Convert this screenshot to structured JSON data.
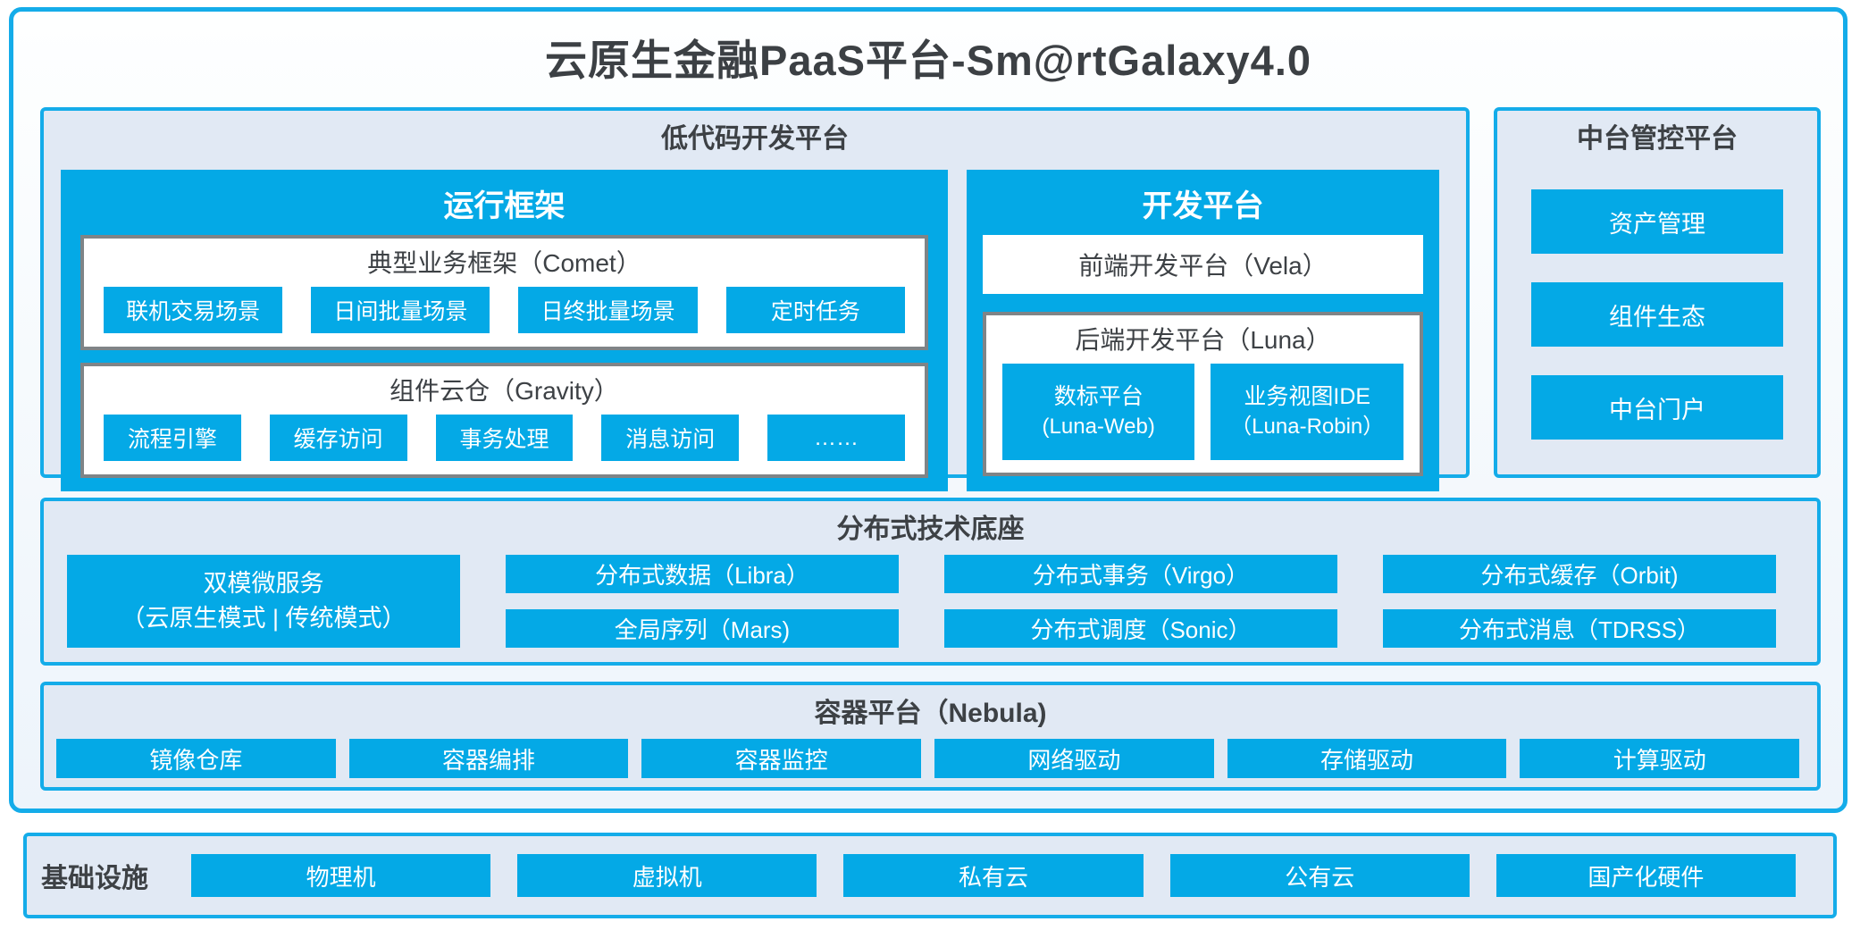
{
  "title": "云原生金融PaaS平台-Sm@rtGalaxy4.0",
  "colors": {
    "blue_fill": "#04a9e6",
    "border_blue": "#14ace9",
    "panel_bg": "#e1e9f4",
    "grey_border": "#7f8487",
    "dark_text": "#3d4145"
  },
  "lowcode": {
    "title": "低代码开发平台",
    "runtime": {
      "title": "运行框架",
      "comet": {
        "title": "典型业务框架（Comet）",
        "items": [
          "联机交易场景",
          "日间批量场景",
          "日终批量场景",
          "定时任务"
        ]
      },
      "gravity": {
        "title": "组件云仓（Gravity）",
        "items": [
          "流程引擎",
          "缓存访问",
          "事务处理",
          "消息访问",
          "……"
        ]
      }
    },
    "dev": {
      "title": "开发平台",
      "vela": "前端开发平台（Vela）",
      "luna": {
        "title": "后端开发平台（Luna）",
        "items": [
          {
            "line1": "数标平台",
            "line2": "(Luna-Web)"
          },
          {
            "line1": "业务视图IDE",
            "line2": "（Luna-Robin）"
          }
        ]
      }
    }
  },
  "middle_office": {
    "title": "中台管控平台",
    "items": [
      "资产管理",
      "组件生态",
      "中台门户"
    ]
  },
  "distributed": {
    "title": "分布式技术底座",
    "dual_mode": {
      "line1": "双模微服务",
      "line2": "（云原生模式 | 传统模式）"
    },
    "grid": [
      [
        "分布式数据（Libra）",
        "全局序列（Mars)"
      ],
      [
        "分布式事务（Virgo）",
        "分布式调度（Sonic）"
      ],
      [
        "分布式缓存（Orbit)",
        "分布式消息（TDRSS）"
      ]
    ]
  },
  "container": {
    "title": "容器平台（Nebula)",
    "items": [
      "镜像仓库",
      "容器编排",
      "容器监控",
      "网络驱动",
      "存储驱动",
      "计算驱动"
    ]
  },
  "infrastructure": {
    "title": "基础设施",
    "items": [
      "物理机",
      "虚拟机",
      "私有云",
      "公有云",
      "国产化硬件"
    ]
  }
}
